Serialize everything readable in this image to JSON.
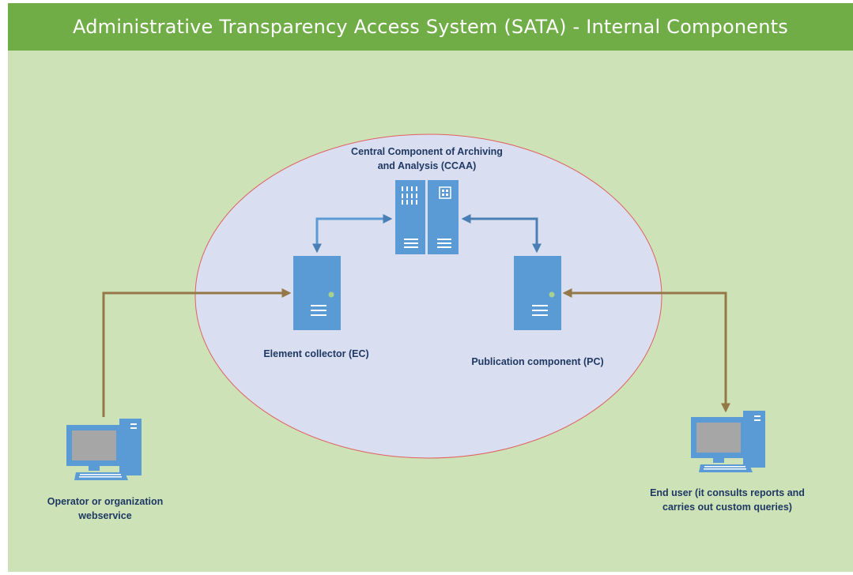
{
  "title": "Administrative Transparency Access System (SATA) - Internal Components",
  "colors": {
    "title_bg": "#70ad47",
    "background": "#cde3b7",
    "ellipse_fill": "#d9dff0",
    "ellipse_stroke": "#e06060",
    "server_blue": "#5b9bd5",
    "arrow_blue": "#4a7fb5",
    "arrow_brown": "#957848",
    "label_text": "#1f3864"
  },
  "nodes": {
    "ccaa": {
      "label_line1": "Central Component of Archiving",
      "label_line2": "and Analysis (CCAA)",
      "icon": "server-rack-icon"
    },
    "ec": {
      "label": "Element collector (EC)",
      "icon": "server-icon"
    },
    "pc": {
      "label": "Publication component (PC)",
      "icon": "server-icon"
    },
    "operator": {
      "label_line1": "Operator or organization",
      "label_line2": "webservice",
      "icon": "computer-icon"
    },
    "end_user": {
      "label_line1": "End user (it consults reports and",
      "label_line2": "carries out custom queries)",
      "icon": "computer-icon"
    }
  },
  "edges": [
    {
      "from": "ccaa",
      "to": "ec",
      "style": "blue",
      "direction": "both"
    },
    {
      "from": "ccaa",
      "to": "pc",
      "style": "blue",
      "direction": "both"
    },
    {
      "from": "operator",
      "to": "ec",
      "style": "brown",
      "direction": "one-way"
    },
    {
      "from": "end_user",
      "to": "pc",
      "style": "brown",
      "direction": "both"
    }
  ]
}
